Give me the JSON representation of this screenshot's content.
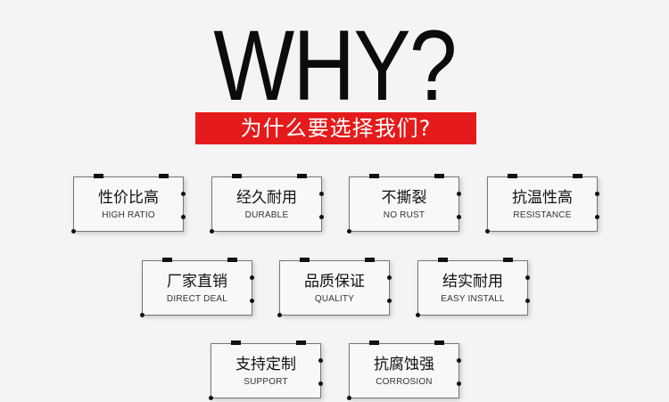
{
  "heading": "WHY?",
  "subtitle": "为什么要选择我们?",
  "accent_color": "#e51a1a",
  "cards": [
    {
      "cn": "性价比高",
      "en": "HIGH RATIO"
    },
    {
      "cn": "经久耐用",
      "en": "DURABLE"
    },
    {
      "cn": "不撕裂",
      "en": "NO RUST"
    },
    {
      "cn": "抗温性高",
      "en": "RESISTANCE"
    },
    {
      "cn": "厂家直销",
      "en": "DIRECT DEAL"
    },
    {
      "cn": "品质保证",
      "en": "QUALITY"
    },
    {
      "cn": "结实耐用",
      "en": "EASY INSTALL"
    },
    {
      "cn": "支持定制",
      "en": "SUPPORT"
    },
    {
      "cn": "抗腐蚀强",
      "en": "CORROSION"
    }
  ]
}
